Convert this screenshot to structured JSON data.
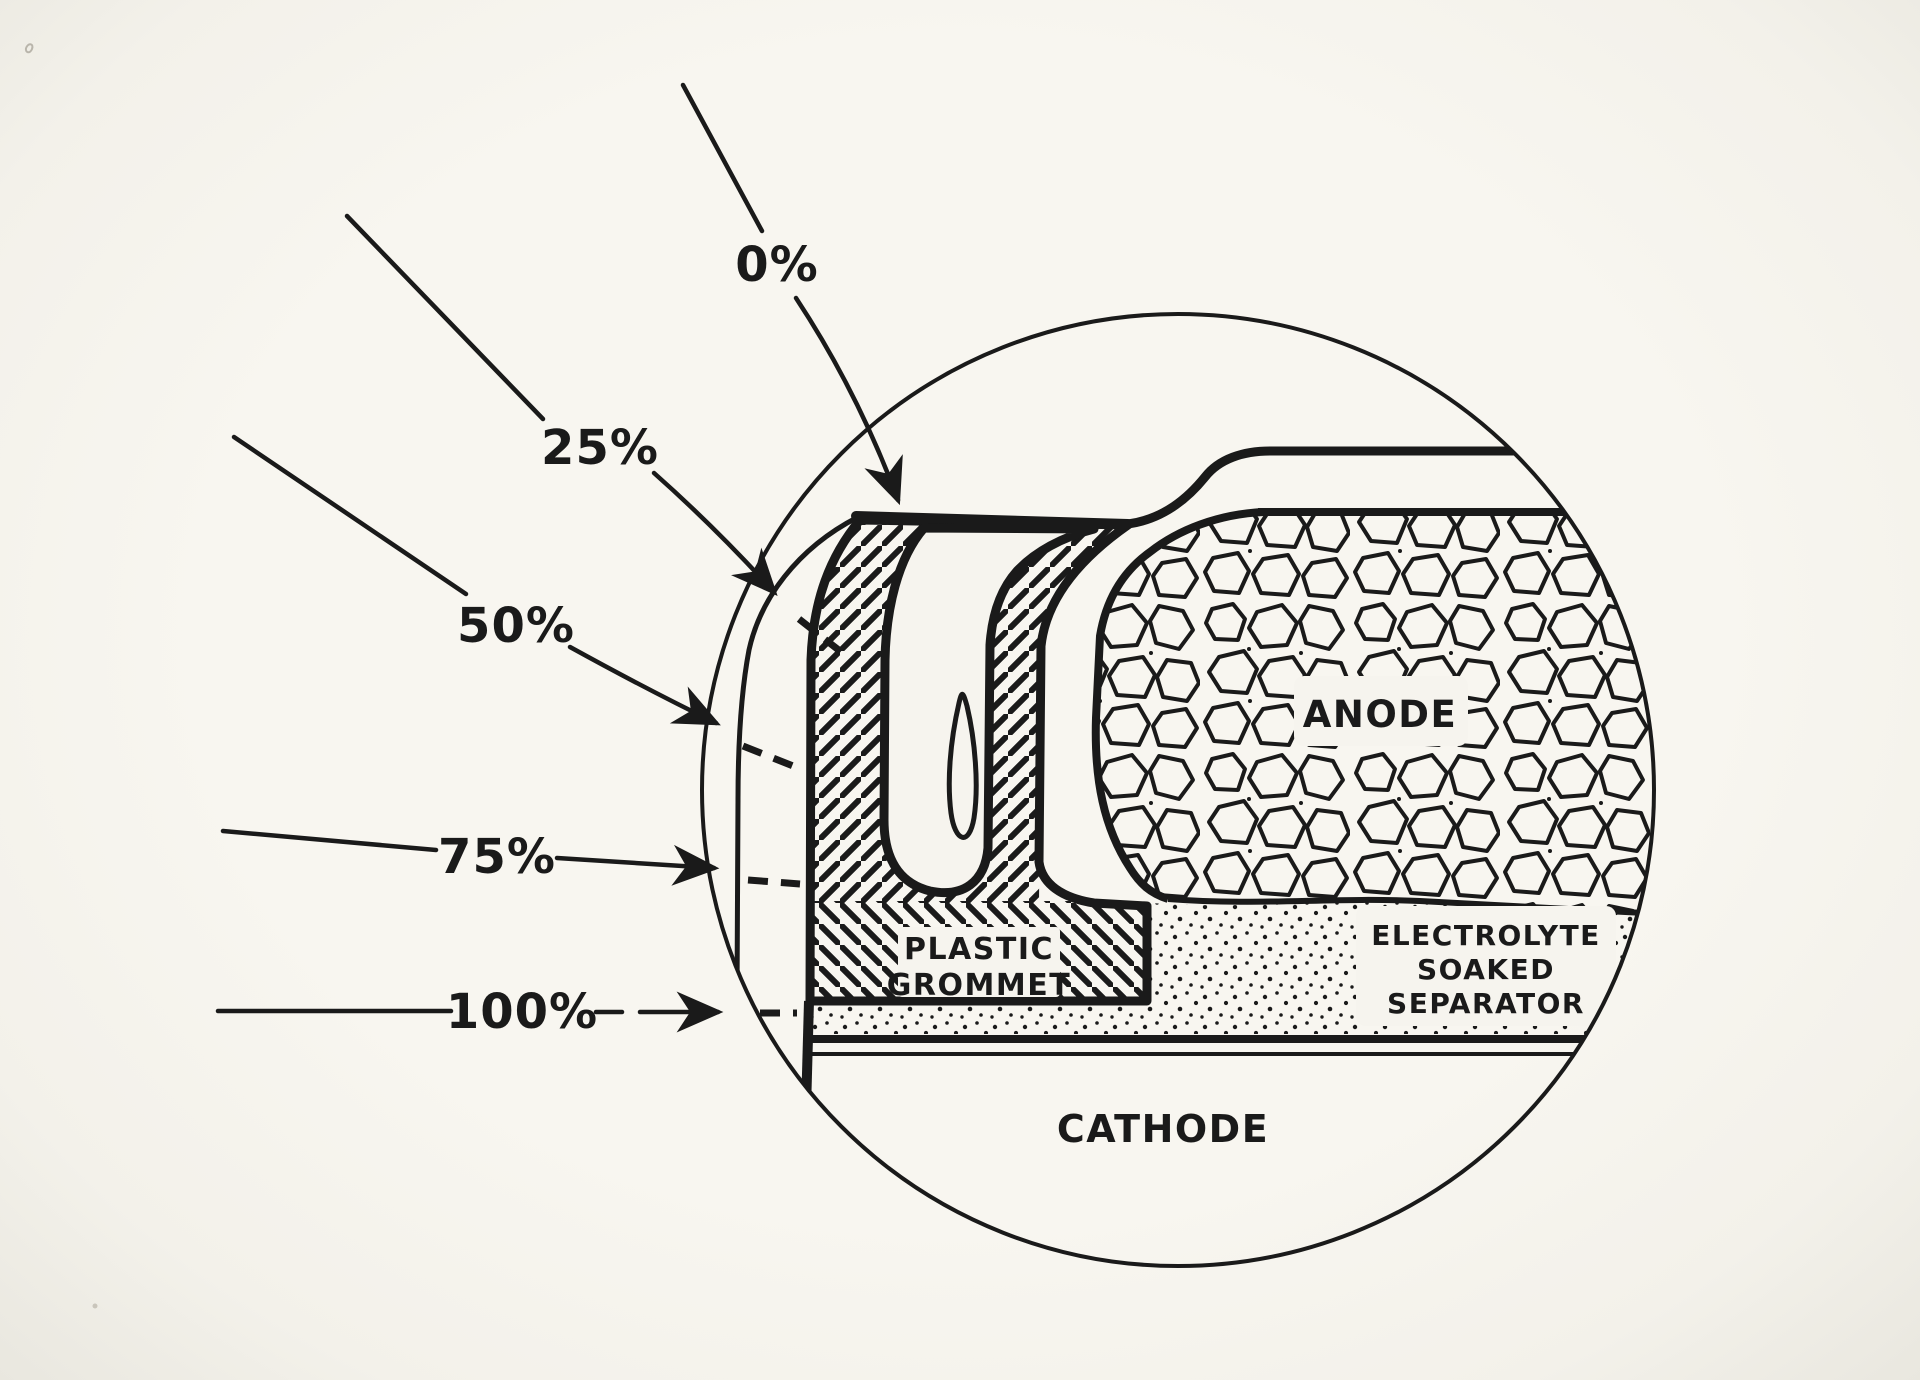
{
  "diagram": {
    "type": "cross-section",
    "subject": "Magnified crimp cross-section of a button cell with crimp completion percentages",
    "ink_color": "#1a1a1a",
    "paper_color": "#f6f4ee",
    "percent_labels": {
      "p0": "0%",
      "p25": "25%",
      "p50": "50%",
      "p75": "75%",
      "p100": "100%"
    },
    "region_labels": {
      "grommet_line1": "PLASTIC",
      "grommet_line2": "GROMMET",
      "anode": "ANODE",
      "separator_line1": "ELECTROLYTE",
      "separator_line2": "SOAKED",
      "separator_line3": "SEPARATOR",
      "cathode": "CATHODE"
    }
  }
}
